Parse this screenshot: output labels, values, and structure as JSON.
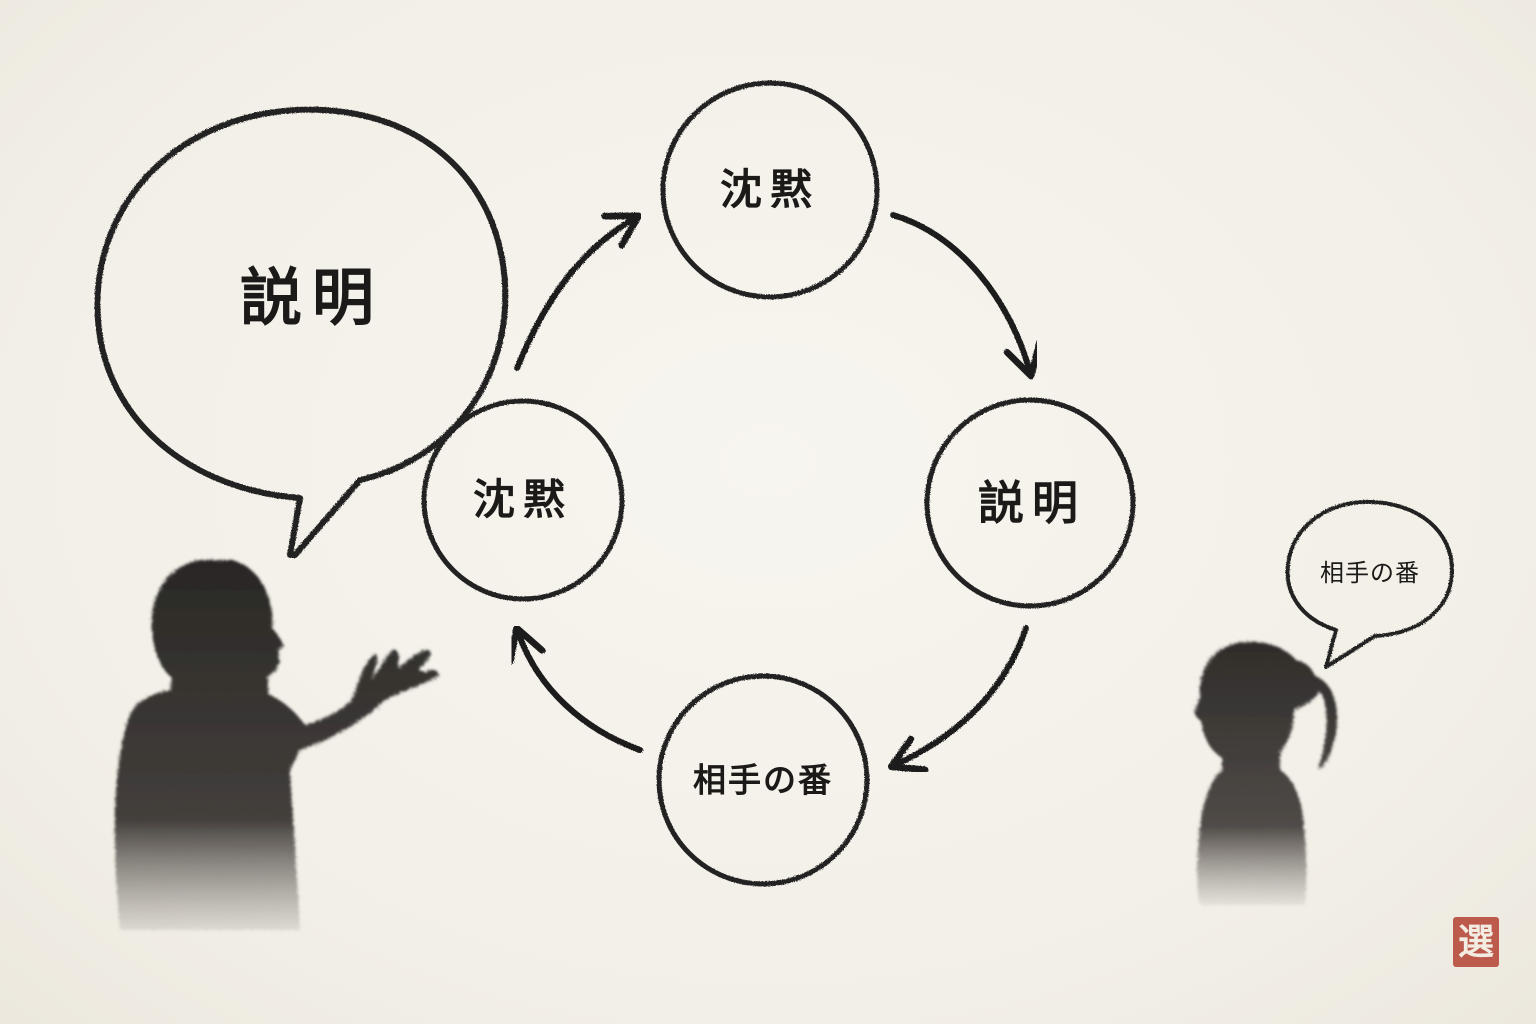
{
  "speech_main": {
    "text": "説明"
  },
  "cycle": {
    "top": "沈黙",
    "right": "説明",
    "bottom": "相手の番",
    "left": "沈黙"
  },
  "speech_small": {
    "text": "相手の番"
  },
  "seal": {
    "glyph": "選"
  },
  "colors": {
    "ink": "#1c1a18",
    "paper": "#f4f1ea",
    "seal": "#b23b2c"
  }
}
